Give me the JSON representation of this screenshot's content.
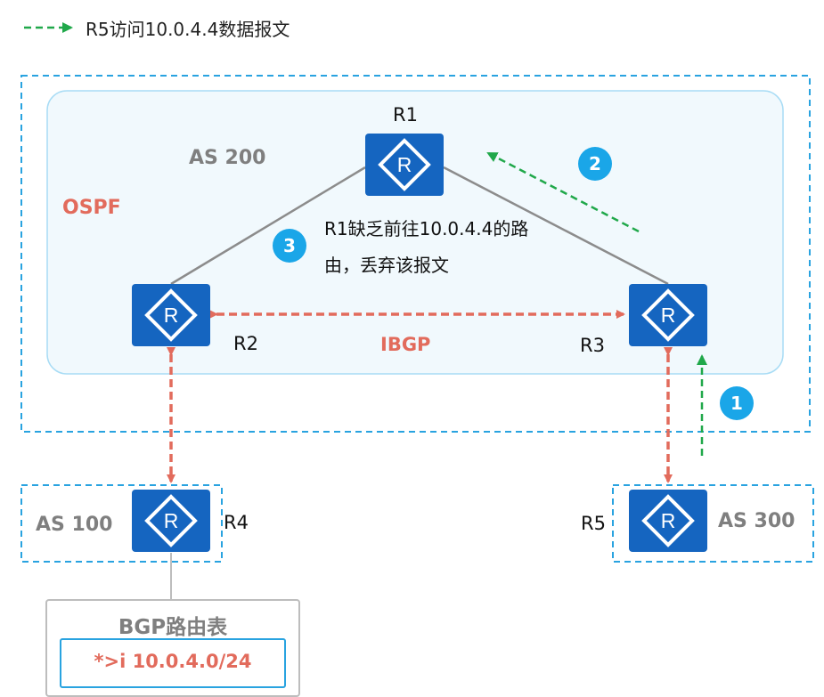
{
  "legend": {
    "text": "R5访问10.0.4.4数据报文",
    "color": "#20a84a"
  },
  "areas": {
    "as200": "AS 200",
    "ospf": "OSPF",
    "as100": "AS 100",
    "as300": "AS 300"
  },
  "routers": {
    "r1": "R1",
    "r2": "R2",
    "r3": "R3",
    "r4": "R4",
    "r5": "R5"
  },
  "links": {
    "ibgp": "IBGP"
  },
  "steps": {
    "one": "1",
    "two": "2",
    "three": "3"
  },
  "note": {
    "line1": "R1缺乏前往10.0.4.4的路",
    "line2": "由，丢弃该报文"
  },
  "bgp_table": {
    "title": "BGP路由表",
    "entry": "*>i  10.0.4.0/24"
  },
  "colors": {
    "router": "#1565c0",
    "ebgp_arrow": "#e26b5c",
    "packet_arrow": "#20a84a",
    "boundary": "#29a3e0",
    "badge": "#1aa6e8",
    "link": "#8c8c8c"
  }
}
